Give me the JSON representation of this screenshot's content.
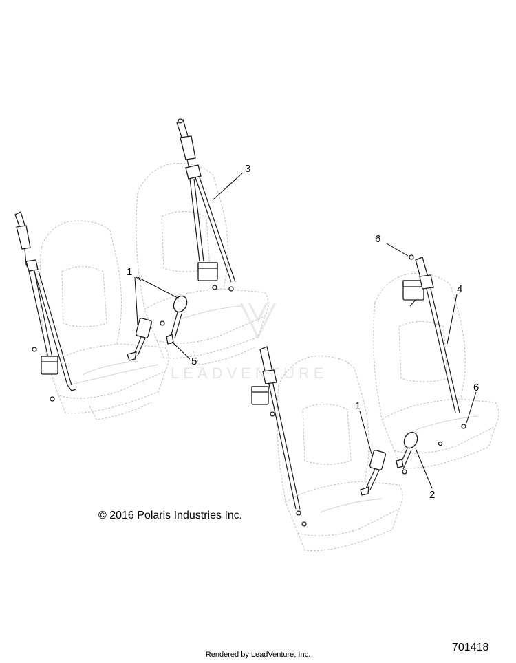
{
  "callouts": [
    "1",
    "3",
    "5",
    "6",
    "4",
    "1",
    "6",
    "2"
  ],
  "copyright": "© 2016 Polaris Industries Inc.",
  "watermark": "LEADVENTURE",
  "rendered_by": "Rendered by LeadVenture, Inc.",
  "diagram_number": "701418"
}
